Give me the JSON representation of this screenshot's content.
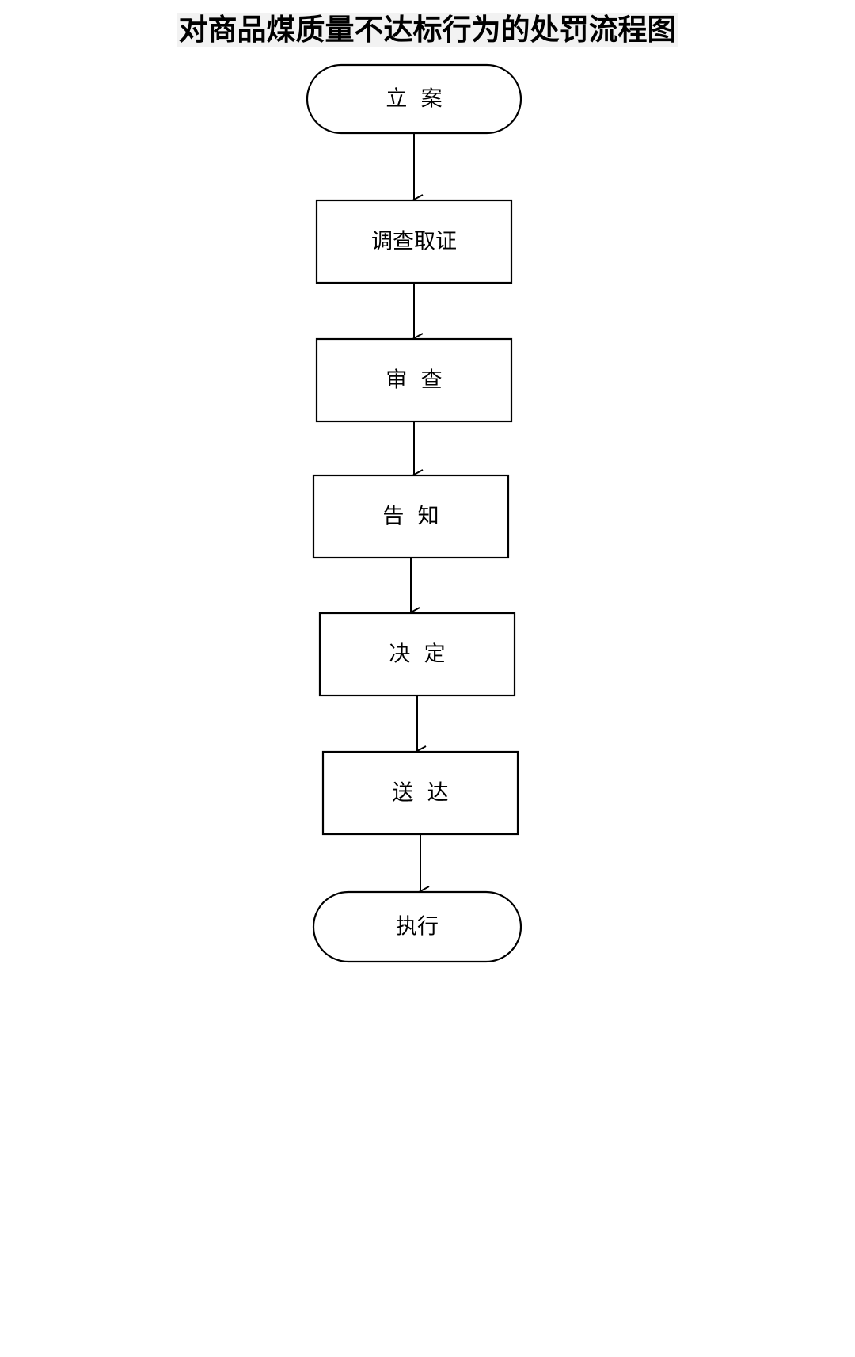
{
  "title": "对商品煤质量不达标行为的处罚流程图",
  "nodes": [
    {
      "id": "n1",
      "label": "立  案",
      "shape": "terminal"
    },
    {
      "id": "n2",
      "label": "调查取证",
      "shape": "process"
    },
    {
      "id": "n3",
      "label": "审  查",
      "shape": "process"
    },
    {
      "id": "n4",
      "label": "告  知",
      "shape": "process"
    },
    {
      "id": "n5",
      "label": "决  定",
      "shape": "process"
    },
    {
      "id": "n6",
      "label": "送  达",
      "shape": "process"
    },
    {
      "id": "n7",
      "label": "执行",
      "shape": "terminal"
    }
  ],
  "edges": [
    {
      "from": "n1",
      "to": "n2"
    },
    {
      "from": "n2",
      "to": "n3"
    },
    {
      "from": "n3",
      "to": "n4"
    },
    {
      "from": "n4",
      "to": "n5"
    },
    {
      "from": "n5",
      "to": "n6"
    },
    {
      "from": "n6",
      "to": "n7"
    }
  ],
  "colors": {
    "stroke": "#000000",
    "fill": "#ffffff",
    "text": "#000000",
    "title_highlight": "#f2f2f2"
  }
}
